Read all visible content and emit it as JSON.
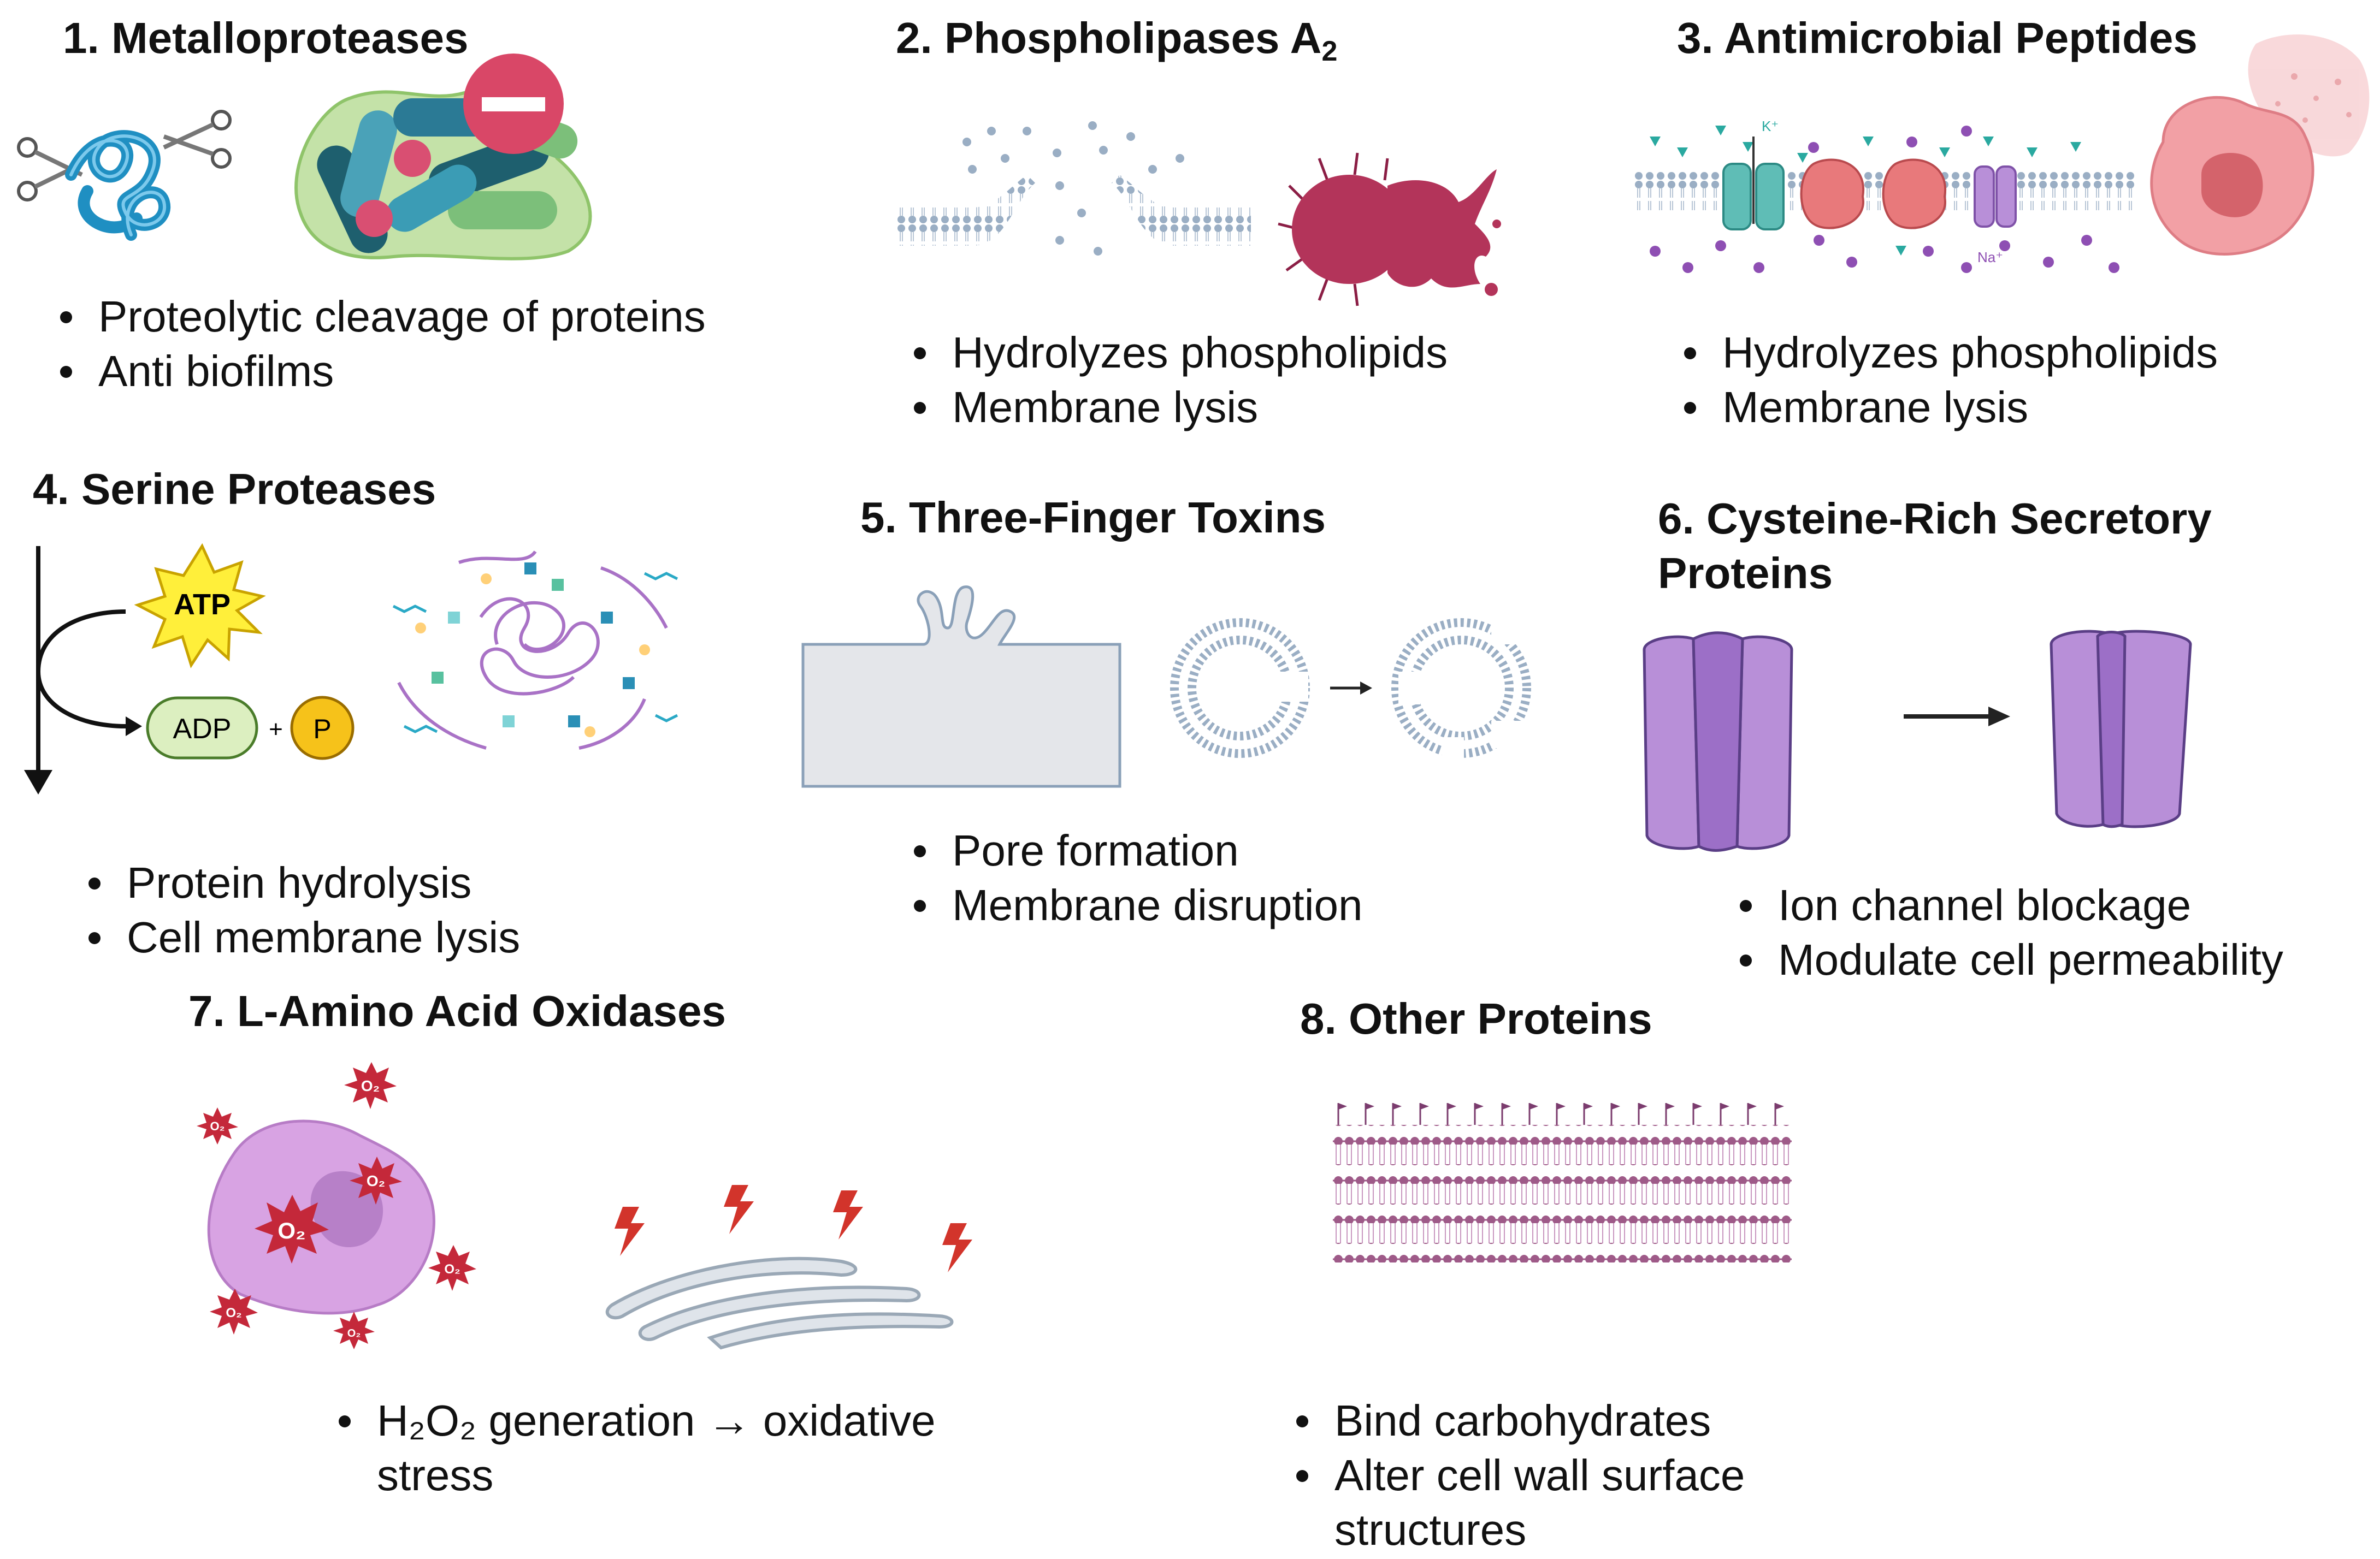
{
  "panels": [
    {
      "id": "metalloproteases",
      "title": "1.  Metalloproteases",
      "bullets": [
        "Proteolytic cleavage of proteins",
        "Anti biofilms"
      ]
    },
    {
      "id": "phospholipases",
      "title_main": "2. Phospholipases A",
      "title_sub": "2",
      "bullets": [
        "Hydrolyzes phospholipids",
        "Membrane lysis"
      ]
    },
    {
      "id": "antimicrobial",
      "title": "3. Antimicrobial Peptides",
      "bullets": [
        "Hydrolyzes phospholipids",
        "Membrane lysis"
      ]
    },
    {
      "id": "serine",
      "title": "4. Serine Proteases",
      "bullets": [
        "Protein hydrolysis",
        "Cell membrane lysis"
      ]
    },
    {
      "id": "threefinger",
      "title": "5. Three-Finger Toxins",
      "bullets": [
        "Pore formation",
        "Membrane disruption"
      ]
    },
    {
      "id": "crisp",
      "title_line1": "6. Cysteine-Rich Secretory",
      "title_line2": "Proteins",
      "bullets": [
        "Ion channel blockage",
        "Modulate cell permeability"
      ]
    },
    {
      "id": "laao",
      "title": "7. L-Amino Acid Oxidases",
      "bullets": [
        "H₂O₂ generation → oxidative stress"
      ]
    },
    {
      "id": "other",
      "title": "8. Other Proteins",
      "bullets": [
        "Bind carbohydrates",
        "Alter cell wall surface structures"
      ]
    }
  ],
  "labels": {
    "atp": "ATP",
    "adp": "ADP",
    "plus": "+",
    "phosphate": "P",
    "k_ion": "K⁺",
    "na_ion": "Na⁺",
    "o2": "O₂"
  },
  "colors": {
    "protein_blue": "#1f8fc2",
    "membrane_blue": "#9aaec4",
    "bacteria_red": "#b3345a",
    "channel_teal": "#5fbdb6",
    "channel_salmon": "#e8797b",
    "peptide_purple": "#9b6fc4",
    "cell_pink": "#f2a0a5",
    "crisp_purple": "#b88fd8",
    "atp_yellow": "#ffef3a",
    "adp_green": "#dcefc0",
    "p_yellow": "#f6c21a",
    "ros_red": "#c4283a",
    "cell_violet": "#d8a3e3"
  }
}
